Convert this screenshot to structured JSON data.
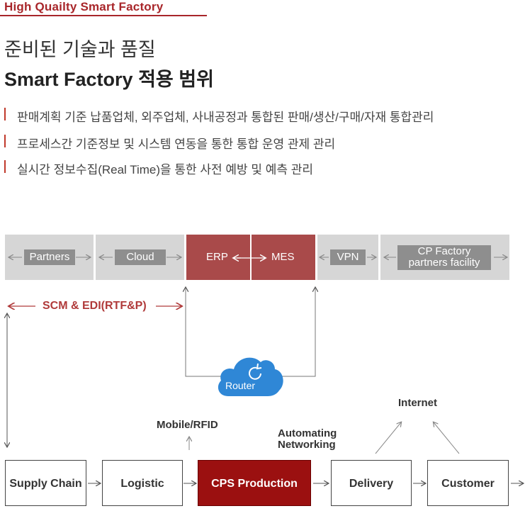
{
  "header": {
    "tagline": "High Quailty Smart Factory",
    "title_line1": "준비된 기술과 품질",
    "title_line2": "Smart Factory 적용 범위"
  },
  "bullets": [
    "판매계획 기준 납품업체, 외주업체, 사내공정과 통합된 판매/생산/구매/자재 통합관리",
    "프로세스간 기준정보 및 시스템 연동을 통한 통합 운영 관제 관리",
    "실시간 정보수집(Real Time)을 통한 사전 예방 및 예측 관리"
  ],
  "topbar": {
    "partners": "Partners",
    "cloud": "Cloud",
    "erp": "ERP",
    "mes": "MES",
    "vpn": "VPN",
    "cp_factory_line1": "CP Factory",
    "cp_factory_line2": "partners facility"
  },
  "scm_label": "SCM & EDI(RTF&P)",
  "router_label": "Router",
  "mobile_label": "Mobile/RFID",
  "automating_line1": "Automating",
  "automating_line2": "Networking",
  "internet_label": "Internet",
  "flow": {
    "supply_chain": "Supply Chain",
    "logistic": "Logistic",
    "cps_production": "CPS Production",
    "delivery": "Delivery",
    "customer": "Customer"
  },
  "colors": {
    "accent": "#a8262a",
    "erp_mes": "#a94a4a",
    "cps_active": "#9b1010",
    "router_blue": "#2f87d6",
    "bar_grey": "#d6d6d6",
    "pill_grey": "#8e8e8e"
  }
}
